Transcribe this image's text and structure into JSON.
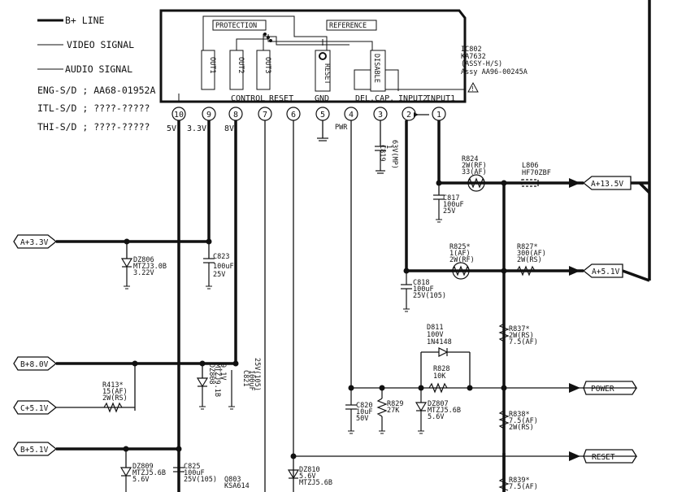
{
  "legend": {
    "bplus": "B+ LINE",
    "video": "VIDEO SIGNAL",
    "audio": "AUDIO SIGNAL",
    "eng": "ENG-S/D ; AA68-01952A",
    "itl": "ITL-S/D ; ????-?????",
    "thi": "THI-S/D ; ????-?????"
  },
  "ic": {
    "ref": "IC802",
    "part": "KA7632",
    "assy": "(ASSY-H/S)",
    "assy_no": "Assy AA96-00245A",
    "protection": "PROTECTION",
    "reference": "REFERENCE",
    "blocks": [
      "OUT1",
      "OUT2",
      "OUT3",
      "RESET",
      "DISABLE"
    ],
    "pin_labels": [
      "CONTROL",
      "RESET",
      "GND",
      "DEL.CAP.",
      "INPUT2",
      "INPUT1"
    ],
    "pins": [
      "10",
      "9",
      "8",
      "7",
      "6",
      "5",
      "4",
      "3",
      "2",
      "1"
    ]
  },
  "voltages": {
    "v10": "5V",
    "v9": "3.3V",
    "v8": "8V",
    "pwr": "PWR"
  },
  "connectors": {
    "a133": "A+13.5V",
    "a51": "A+5.1V",
    "a33": "A+3.3V",
    "b80": "B+8.0V",
    "c51": "C+5.1V",
    "b51": "B+5.1V",
    "power": "POWER",
    "reset": "RESET"
  },
  "components": {
    "c819": [
      "C819",
      "1",
      "63V(MP)"
    ],
    "r824": [
      "R824",
      "2W(RF)",
      "33(AF)"
    ],
    "l806": [
      "L806",
      "HF70ZBF"
    ],
    "c817": [
      "C817",
      "100uF",
      "25V"
    ],
    "r825": [
      "R825*",
      "1(AF)",
      "2W(RF)"
    ],
    "r827": [
      "R827*",
      "300(AF)",
      "2W(RS)"
    ],
    "c818": [
      "C818",
      "100uF",
      "25V(105)"
    ],
    "dz806": [
      "DZ806",
      "MTZJ3.0B",
      "3.22V"
    ],
    "c823": [
      "C823",
      "100uF",
      "25V"
    ],
    "r837": [
      "R837*",
      "2W(RS)",
      "7.5(AF)"
    ],
    "d811": [
      "D811",
      "100V",
      "1N4148"
    ],
    "r828": [
      "R828",
      "10K"
    ],
    "dz808": [
      "DZ808",
      "MTZJ9.1B",
      "9.1V"
    ],
    "c821": [
      "C821",
      "100uF",
      "25V(105)"
    ],
    "r413": [
      "R413*",
      "15(AF)",
      "2W(RS)"
    ],
    "c820": [
      "C820",
      "10uF",
      "50V"
    ],
    "r829": [
      "R829",
      "27K"
    ],
    "dz807": [
      "DZ807",
      "MTZJ5.6B",
      "5.6V"
    ],
    "r838": [
      "R838*",
      "7.5(AF)",
      "2W(RS)"
    ],
    "dz809": [
      "DZ809",
      "MTZJ5.6B",
      "5.6V"
    ],
    "c825": [
      "C825",
      "100uF",
      "25V(105)"
    ],
    "q803": [
      "Q803",
      "KSA614"
    ],
    "dz810": [
      "DZ810",
      "5.6V",
      "MTZJ5.6B"
    ],
    "r839": [
      "R839*",
      "7.5(AF)"
    ]
  }
}
